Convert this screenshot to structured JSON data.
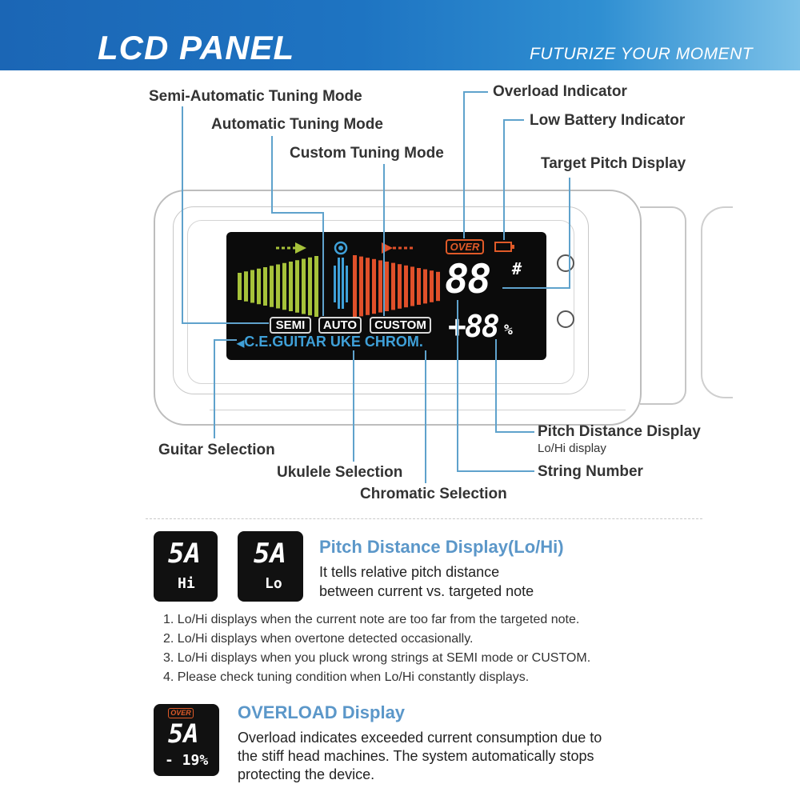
{
  "header": {
    "title": "LCD PANEL",
    "tagline": "FUTURIZE YOUR MOMENT"
  },
  "callouts": {
    "semi_automatic": "Semi-Automatic Tuning Mode",
    "automatic": "Automatic Tuning Mode",
    "custom": "Custom Tuning Mode",
    "overload": "Overload Indicator",
    "low_battery": "Low Battery Indicator",
    "target_pitch": "Target Pitch Display",
    "pitch_distance": "Pitch Distance Display",
    "pitch_distance_sub": "Lo/Hi display",
    "string_number": "String Number",
    "guitar": "Guitar Selection",
    "ukulele": "Ukulele Selection",
    "chromatic": "Chromatic Selection"
  },
  "lcd": {
    "over": "OVER",
    "modes": [
      "SEMI",
      "AUTO",
      "CUSTOM"
    ],
    "selection": "C.E.GUITAR UKE CHROM.",
    "note": "88",
    "sharp": "#",
    "distance": "+88",
    "percent": "%",
    "colors": {
      "green": "#a6c23a",
      "red": "#e0502a",
      "blue": "#3fa0d8"
    }
  },
  "pitch_distance_section": {
    "title": "Pitch Distance Display(Lo/Hi)",
    "desc_line1": "It tells relative pitch distance",
    "desc_line2": "between current vs. targeted note",
    "thumb_hi": {
      "top": "5A",
      "bottom": "Hi"
    },
    "thumb_lo": {
      "top": "5A",
      "bottom": "Lo"
    },
    "items": [
      "1. Lo/Hi displays when the current note are too far from the targeted note.",
      "2. Lo/Hi displays when overtone detected occasionally.",
      "3. Lo/Hi displays when you pluck wrong strings at SEMI mode or CUSTOM.",
      "4. Please check tuning condition when Lo/Hi constantly displays."
    ]
  },
  "overload_section": {
    "title": "OVERLOAD Display",
    "desc_line1": "Overload indicates exceeded current consumption due to",
    "desc_line2": "the stiff head machines. The system automatically stops",
    "desc_line3": "protecting the device.",
    "thumb": {
      "over": "OVER",
      "top": "5A",
      "bottom": "- 19%"
    }
  }
}
